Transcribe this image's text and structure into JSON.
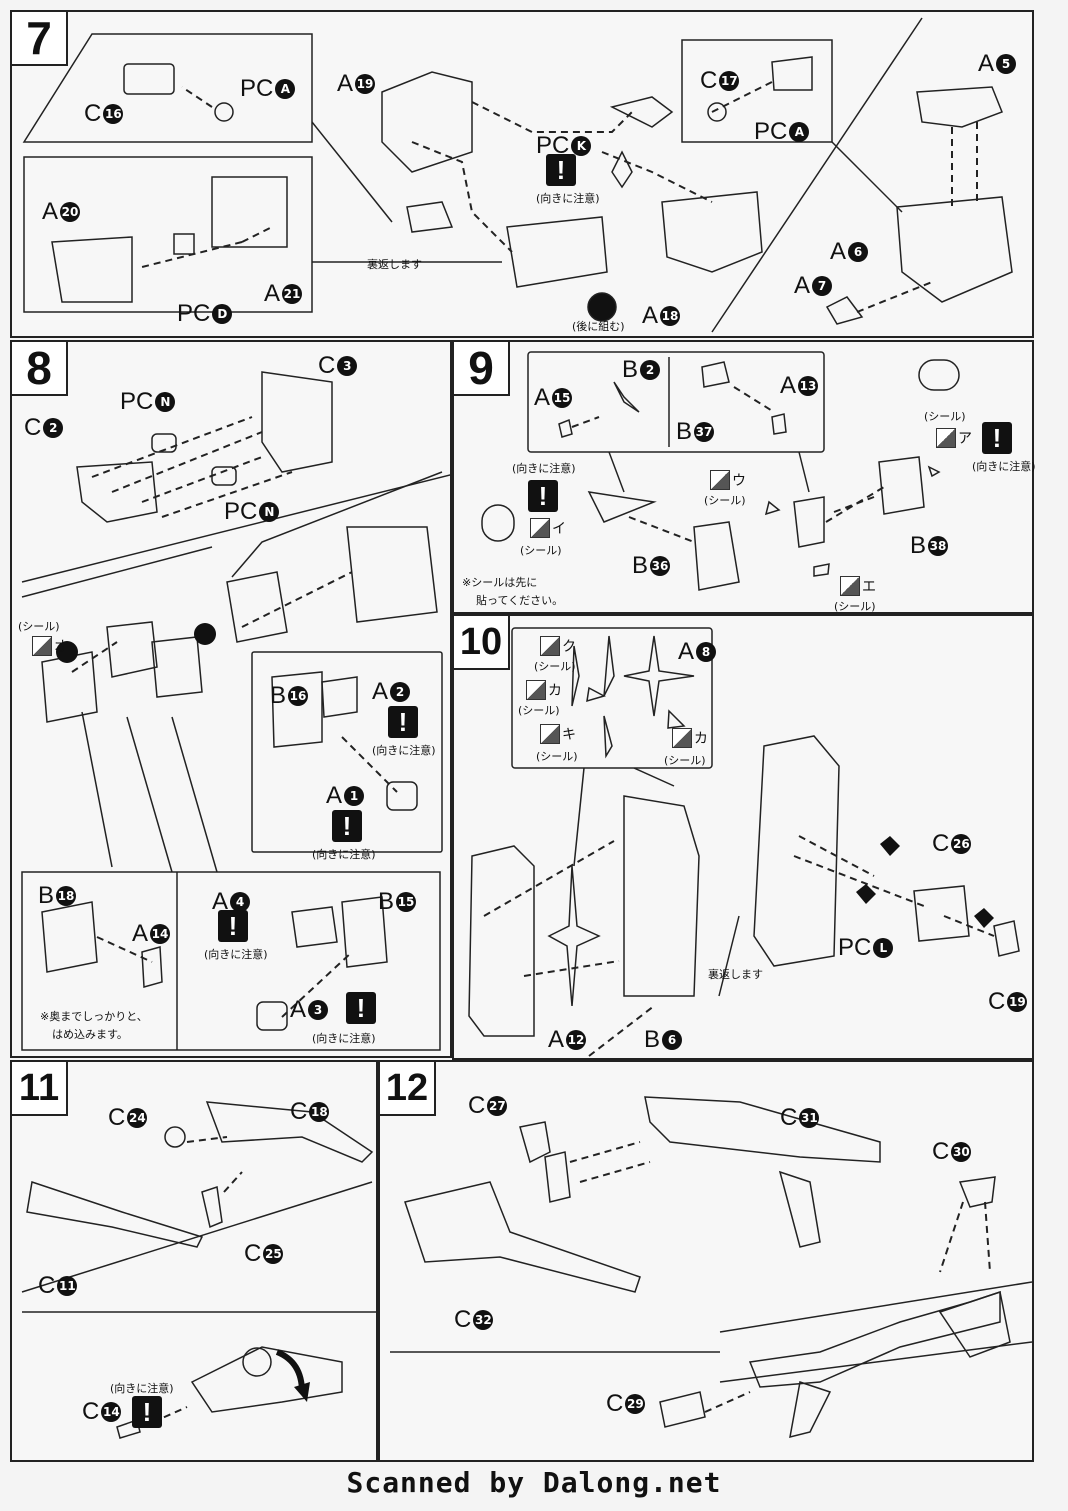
{
  "steps": {
    "s7": "7",
    "s8": "8",
    "s9": "9",
    "s10": "10",
    "s11": "11",
    "s12": "12"
  },
  "labels7": {
    "c16": "C",
    "c16n": "16",
    "pca1": "PC",
    "pca1n": "A",
    "a19": "A",
    "a19n": "19",
    "c17": "C",
    "c17n": "17",
    "pca2": "PC",
    "pca2n": "A",
    "a5": "A",
    "a5n": "5",
    "pck": "PC",
    "pckn": "K",
    "a20": "A",
    "a20n": "20",
    "a21": "A",
    "a21n": "21",
    "pcd": "PC",
    "pcdn": "D",
    "a18": "A",
    "a18n": "18",
    "a6": "A",
    "a6n": "6",
    "a7": "A",
    "a7n": "7"
  },
  "labels8": {
    "c3": "C",
    "c3n": "3",
    "c2": "C",
    "c2n": "2",
    "pcn1": "PC",
    "pcn1n": "N",
    "pcn2": "PC",
    "pcn2n": "N",
    "b16": "B",
    "b16n": "16",
    "a2": "A",
    "a2n": "2",
    "a1": "A",
    "a1n": "1",
    "b18": "B",
    "b18n": "18",
    "a14": "A",
    "a14n": "14",
    "a4": "A",
    "a4n": "4",
    "b15": "B",
    "b15n": "15",
    "a3": "A",
    "a3n": "3"
  },
  "labels9": {
    "a15": "A",
    "a15n": "15",
    "b2": "B",
    "b2n": "2",
    "b37": "B",
    "b37n": "37",
    "a13": "A",
    "a13n": "13",
    "b36": "B",
    "b36n": "36",
    "b38": "B",
    "b38n": "38"
  },
  "labels10": {
    "a8": "A",
    "a8n": "8",
    "a12": "A",
    "a12n": "12",
    "b6": "B",
    "b6n": "6",
    "c26": "C",
    "c26n": "26",
    "pcl": "PC",
    "pcln": "L",
    "c19": "C",
    "c19n": "19"
  },
  "labels11": {
    "c24": "C",
    "c24n": "24",
    "c18": "C",
    "c18n": "18",
    "c25": "C",
    "c25n": "25",
    "c11": "C",
    "c11n": "11",
    "c14": "C",
    "c14n": "14"
  },
  "labels12": {
    "c27": "C",
    "c27n": "27",
    "c31": "C",
    "c31n": "31",
    "c30": "C",
    "c30n": "30",
    "c32": "C",
    "c32n": "32",
    "c29": "C",
    "c29n": "29"
  },
  "notes": {
    "mukini": "(向きに注意)",
    "atonikumu": "(後に組む)",
    "uragaeshi": "裏返します",
    "seal": "(シール)",
    "seal_ha_saki": "※シールは先に",
    "hatte": "貼ってください。",
    "okumade": "※奥までしっかりと、",
    "hamekomi": "はめ込みます。",
    "kana_a": "ア",
    "kana_i": "イ",
    "kana_u": "ウ",
    "kana_e": "エ",
    "kana_o": "オ",
    "kana_ka": "カ",
    "kana_ki": "キ",
    "kana_ku": "ク"
  },
  "footer": "Scanned by Dalong.net"
}
